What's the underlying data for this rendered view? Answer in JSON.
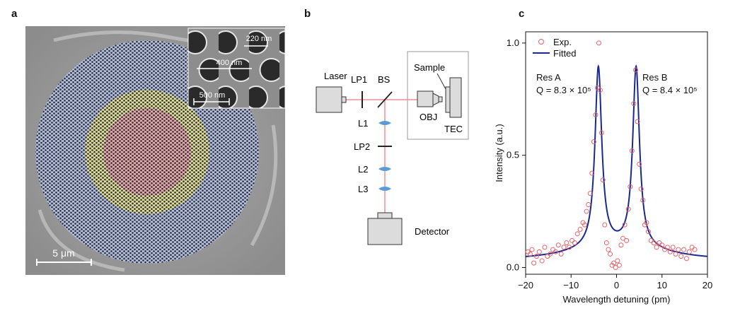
{
  "panels": {
    "a": {
      "label": "a",
      "scale_bar_main": "5 μm",
      "inset_hole_diameter": "220 nm",
      "inset_period": "400 nm",
      "inset_scale_bar": "500 nm"
    },
    "b": {
      "label": "b",
      "components": {
        "laser": "Laser",
        "lp1": "LP1",
        "bs": "BS",
        "obj": "OBJ",
        "sample": "Sample",
        "tec": "TEC",
        "l1": "L1",
        "lp2": "LP2",
        "l2": "L2",
        "l3": "L3",
        "detector": "Detector"
      }
    },
    "c": {
      "label": "c",
      "annotations": {
        "res_a": "Res A",
        "q_a": "Q = 8.3 × 10⁵",
        "res_b": "Res B",
        "q_b": "Q = 8.4 × 10⁵"
      }
    }
  },
  "chart_data": {
    "type": "scatter",
    "xlabel": "Wavelength detuning (pm)",
    "ylabel": "Intensity (a.u.)",
    "xlim": [
      -20,
      20
    ],
    "ylim": [
      -0.03,
      1.05
    ],
    "xticks": [
      -20,
      -10,
      0,
      10,
      20
    ],
    "xtick_labels": [
      "−20",
      "−10",
      "0",
      "10",
      "20"
    ],
    "yticks": [
      0.0,
      0.5,
      1.0
    ],
    "ytick_labels": [
      "0.0",
      "0.5",
      "1.0"
    ],
    "legend": {
      "placement": "top-left",
      "entries": [
        "Exp.",
        "Fitted"
      ]
    },
    "colors": {
      "exp": "#e8636b",
      "fitted": "#1a2a8c"
    },
    "series": [
      {
        "name": "Exp.",
        "style": "open-circles",
        "points": [
          [
            -19.5,
            0.07
          ],
          [
            -19.0,
            0.06
          ],
          [
            -18.6,
            0.08
          ],
          [
            -18.2,
            0.02
          ],
          [
            -17.6,
            0.05
          ],
          [
            -17.0,
            0.07
          ],
          [
            -16.4,
            0.03
          ],
          [
            -15.8,
            0.09
          ],
          [
            -15.2,
            0.05
          ],
          [
            -14.6,
            0.06
          ],
          [
            -14.0,
            0.08
          ],
          [
            -13.4,
            0.07
          ],
          [
            -12.8,
            0.1
          ],
          [
            -12.2,
            0.06
          ],
          [
            -11.6,
            0.09
          ],
          [
            -11.0,
            0.11
          ],
          [
            -10.4,
            0.09
          ],
          [
            -9.8,
            0.12
          ],
          [
            -9.2,
            0.11
          ],
          [
            -8.6,
            0.15
          ],
          [
            -8.0,
            0.17
          ],
          [
            -7.4,
            0.2
          ],
          [
            -7.0,
            0.19
          ],
          [
            -6.6,
            0.25
          ],
          [
            -6.2,
            0.28
          ],
          [
            -5.8,
            0.33
          ],
          [
            -5.4,
            0.42
          ],
          [
            -5.0,
            0.56
          ],
          [
            -4.6,
            0.68
          ],
          [
            -4.2,
            0.8
          ],
          [
            -3.9,
            1.0
          ],
          [
            -3.6,
            0.79
          ],
          [
            -3.3,
            0.6
          ],
          [
            -3.0,
            0.39
          ],
          [
            -2.6,
            0.19
          ],
          [
            -2.2,
            0.11
          ],
          [
            -1.8,
            0.08
          ],
          [
            -1.4,
            0.06
          ],
          [
            -1.0,
            0.01
          ],
          [
            -0.6,
            0.02
          ],
          [
            -0.2,
            0.0
          ],
          [
            0.2,
            0.03
          ],
          [
            0.6,
            0.01
          ],
          [
            1.0,
            0.1
          ],
          [
            1.4,
            0.13
          ],
          [
            1.8,
            0.19
          ],
          [
            2.2,
            0.12
          ],
          [
            2.6,
            0.26
          ],
          [
            3.0,
            0.36
          ],
          [
            3.4,
            0.52
          ],
          [
            3.8,
            0.73
          ],
          [
            4.2,
            0.88
          ],
          [
            4.6,
            0.65
          ],
          [
            5.0,
            0.46
          ],
          [
            5.4,
            0.35
          ],
          [
            5.8,
            0.3
          ],
          [
            6.2,
            0.19
          ],
          [
            6.6,
            0.2
          ],
          [
            7.0,
            0.16
          ],
          [
            7.6,
            0.12
          ],
          [
            8.2,
            0.11
          ],
          [
            8.8,
            0.09
          ],
          [
            9.4,
            0.11
          ],
          [
            10.0,
            0.1
          ],
          [
            10.6,
            0.08
          ],
          [
            11.2,
            0.09
          ],
          [
            11.8,
            0.07
          ],
          [
            12.4,
            0.09
          ],
          [
            13.0,
            0.06
          ],
          [
            13.6,
            0.08
          ],
          [
            14.2,
            0.05
          ],
          [
            14.8,
            0.08
          ],
          [
            15.4,
            0.04
          ],
          [
            16.0,
            0.07
          ],
          [
            16.6,
            0.09
          ],
          [
            17.2,
            0.08
          ]
        ]
      },
      {
        "name": "Fitted",
        "style": "line",
        "model": "double-lorentzian",
        "peaks": [
          {
            "center": -4.0,
            "height": 0.8,
            "fwhm": 1.8
          },
          {
            "center": 4.3,
            "height": 0.8,
            "fwhm": 1.8
          }
        ],
        "baseline": 0.05,
        "wing_amplitude": 0.8,
        "wing_gamma": 10
      }
    ]
  }
}
